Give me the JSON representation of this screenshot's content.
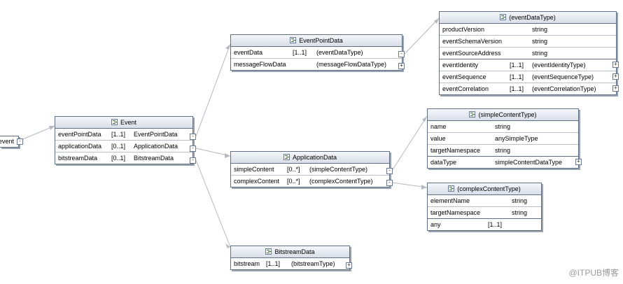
{
  "root": {
    "label": "event",
    "toggle": "-"
  },
  "boxes": {
    "event": {
      "title": "Event",
      "rows": [
        {
          "name": "eventPointData",
          "card": "[1..1]",
          "type": "EventPointData",
          "toggle": "-"
        },
        {
          "name": "applicationData",
          "card": "[0..1]",
          "type": "ApplicationData",
          "toggle": "-"
        },
        {
          "name": "bitstreamData",
          "card": "[0..1]",
          "type": "BitstreamData",
          "toggle": "-"
        }
      ]
    },
    "eventPointData": {
      "title": "EventPointData",
      "rows": [
        {
          "name": "eventData",
          "card": "[1..1]",
          "type": "(eventDataType)",
          "toggle": "-"
        },
        {
          "name": "messageFlowData",
          "card": "",
          "type": "(messageFlowDataType)",
          "toggle": "+"
        }
      ]
    },
    "eventDataType": {
      "title": "(eventDataType)",
      "attrs": [
        {
          "name": "productVersion",
          "type": "string"
        },
        {
          "name": "eventSchemaVersion",
          "type": "string"
        },
        {
          "name": "eventSourceAddress",
          "type": "string"
        }
      ],
      "rows": [
        {
          "name": "eventIdentity",
          "card": "[1..1]",
          "type": "(eventIdentityType)",
          "toggle": "+"
        },
        {
          "name": "eventSequence",
          "card": "[1..1]",
          "type": "(eventSequenceType)",
          "toggle": "+"
        },
        {
          "name": "eventCorrelation",
          "card": "[1..1]",
          "type": "(eventCorrelationType)",
          "toggle": "+"
        }
      ]
    },
    "applicationData": {
      "title": "ApplicationData",
      "rows": [
        {
          "name": "simpleContent",
          "card": "[0..*]",
          "type": "(simpleContentType)",
          "toggle": "-"
        },
        {
          "name": "complexContent",
          "card": "[0..*]",
          "type": "(complexContentType)",
          "toggle": "-"
        }
      ]
    },
    "simpleContentType": {
      "title": "(simpleContentType)",
      "attrs": [
        {
          "name": "name",
          "type": "string"
        },
        {
          "name": "value",
          "type": "anySimpleType"
        },
        {
          "name": "targetNamespace",
          "type": "string"
        }
      ],
      "rows": [
        {
          "name": "dataType",
          "type": "simpleContentDataType",
          "toggle": "+"
        }
      ]
    },
    "complexContentType": {
      "title": "(complexContentType)",
      "attrs": [
        {
          "name": "elementName",
          "type": "string"
        },
        {
          "name": "targetNamespace",
          "type": "string"
        }
      ],
      "rows": [
        {
          "name": "any",
          "card": "[1..1]"
        }
      ]
    },
    "bitstreamData": {
      "title": "BitstreamData",
      "rows": [
        {
          "name": "bitstream",
          "card": "[1..1]",
          "type": "(bitstreamType)",
          "toggle": "+"
        }
      ]
    }
  },
  "watermark": "@ITPUB博客"
}
